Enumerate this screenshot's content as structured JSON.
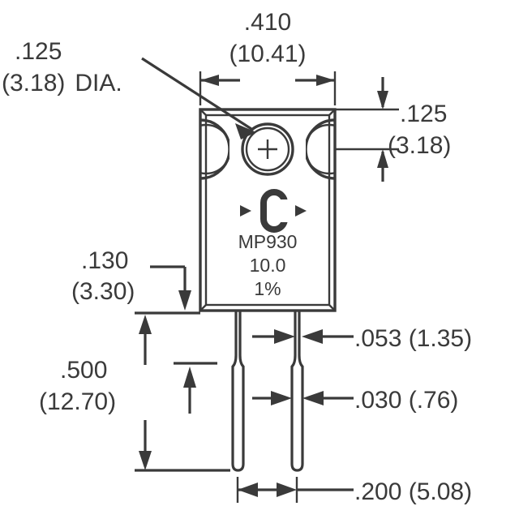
{
  "drawing": {
    "type": "mechanical-outline-drawing",
    "units_note": "inches with (millimeters) in parentheses",
    "colors": {
      "line": "#3a3a3a",
      "background": "#ffffff"
    }
  },
  "component": {
    "part_number": "MP930",
    "resistance": "10.0",
    "tolerance": "1%",
    "brand_logo": "caddock-c-logo"
  },
  "dimensions": {
    "hole_dia": {
      "inch": ".125",
      "mm": "(3.18)",
      "suffix": "DIA.",
      "full": ".125 (3.18) DIA."
    },
    "body_width": {
      "inch": ".410",
      "mm": "(10.41)"
    },
    "hole_from_top": {
      "inch": ".125",
      "mm": "(3.18)"
    },
    "shoulder_height": {
      "inch": ".130",
      "mm": "(3.30)"
    },
    "lead_length": {
      "inch": ".500",
      "mm": "(12.70)"
    },
    "lead_width_upper": {
      "inch": ".053",
      "mm": "(1.35)",
      "full": ".053 (1.35)"
    },
    "lead_width_lower": {
      "inch": ".030",
      "mm": "(.76)",
      "full": ".030 (.76)"
    },
    "lead_spacing": {
      "inch": ".200",
      "mm": "(5.08)",
      "full": ".200 (5.08)"
    }
  }
}
